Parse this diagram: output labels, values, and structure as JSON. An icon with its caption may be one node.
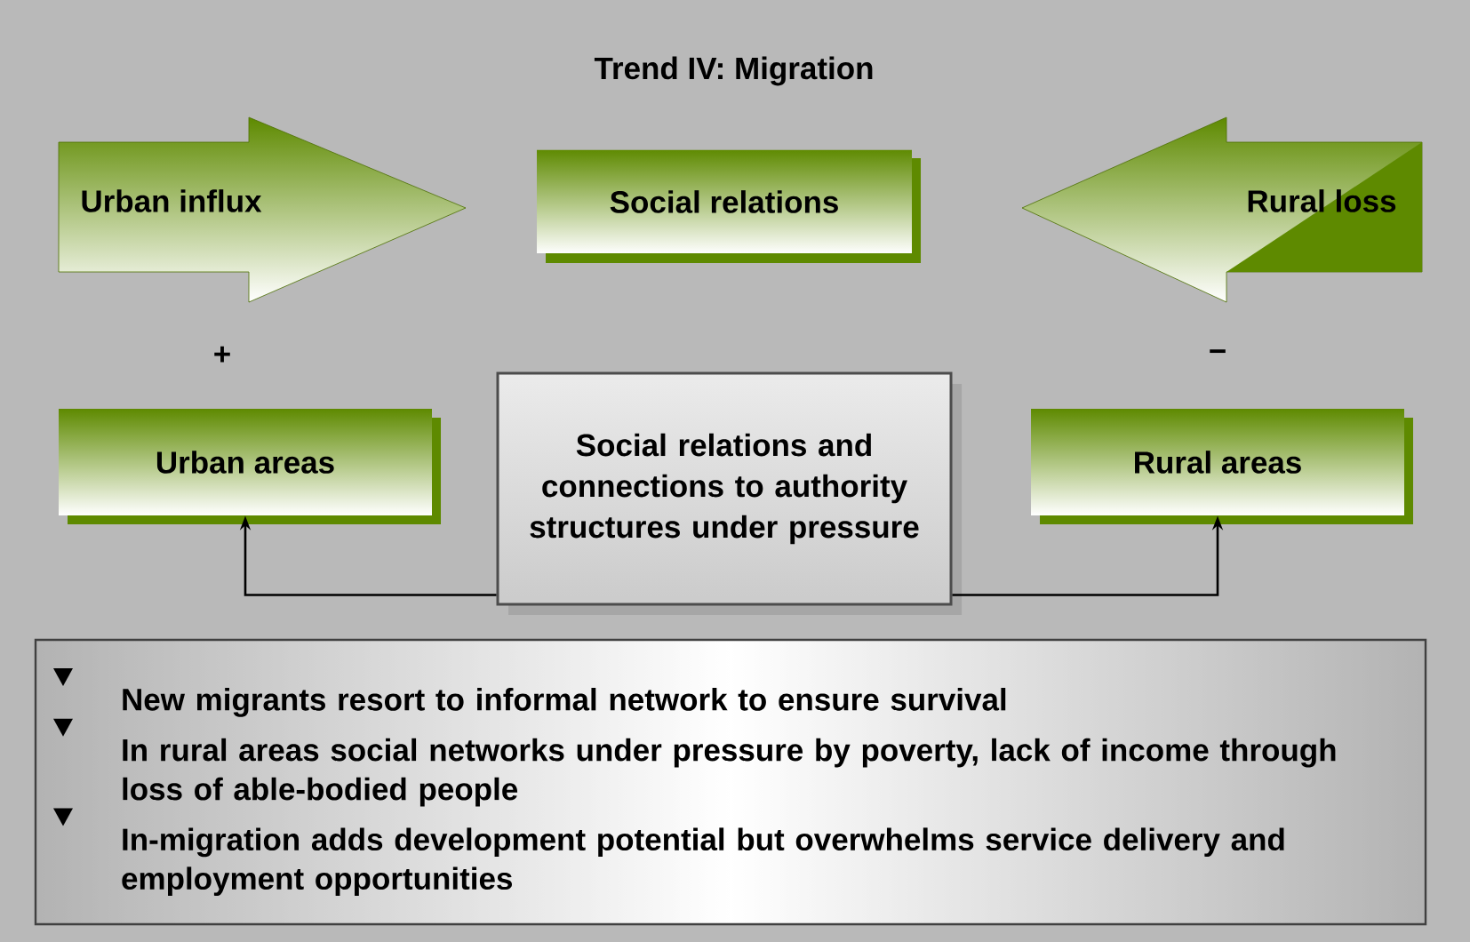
{
  "diagram": {
    "title": "Trend IV: Migration",
    "nodes": [
      {
        "text": [
          "Urban influx"
        ]
      },
      {
        "text": [
          "Social relations"
        ]
      },
      {
        "text": [
          "Rural loss"
        ]
      },
      {
        "text": [
          "Urban areas"
        ]
      },
      {
        "text": [
          "Social relations and connections to authority structures under pressure"
        ]
      },
      {
        "text": [
          "Rural areas"
        ]
      },
      {
        "text": [
          "New migrants resort to informal network to ensure survival",
          "In rural areas social networks under pressure by poverty, lack of income through loss of able-bodied people",
          "In-migration adds development potential but overwhelms service delivery and employment opportunities"
        ]
      }
    ],
    "edges": [
      {
        "from": 4,
        "to": 3,
        "arrow": "to"
      },
      {
        "from": 4,
        "to": 5,
        "arrow": "to"
      }
    ],
    "labels": [
      "+",
      "−"
    ]
  }
}
